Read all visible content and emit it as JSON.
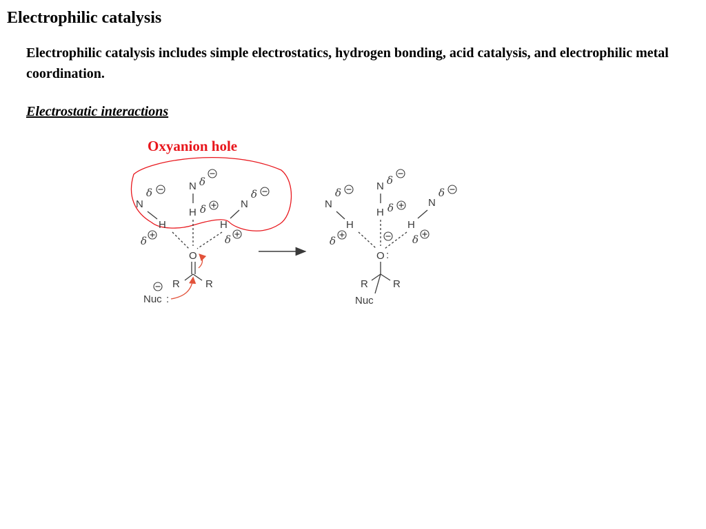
{
  "slide": {
    "title": "Electrophilic catalysis",
    "body": "Electrophilic catalysis includes simple electrostatics, hydrogen bonding, acid catalysis, and electrophilic metal coordination.",
    "section_heading": "Electrostatic interactions"
  },
  "figure": {
    "highlight_label": "Oxyanion hole",
    "highlight_color": "#e8161c",
    "arrow_color": "#e2523a",
    "labels": {
      "nitrogen": "N",
      "hydrogen": "H",
      "oxygen": "O",
      "r_group": "R",
      "nucleophile": "Nuc",
      "delta": "δ",
      "colon": ":"
    }
  }
}
